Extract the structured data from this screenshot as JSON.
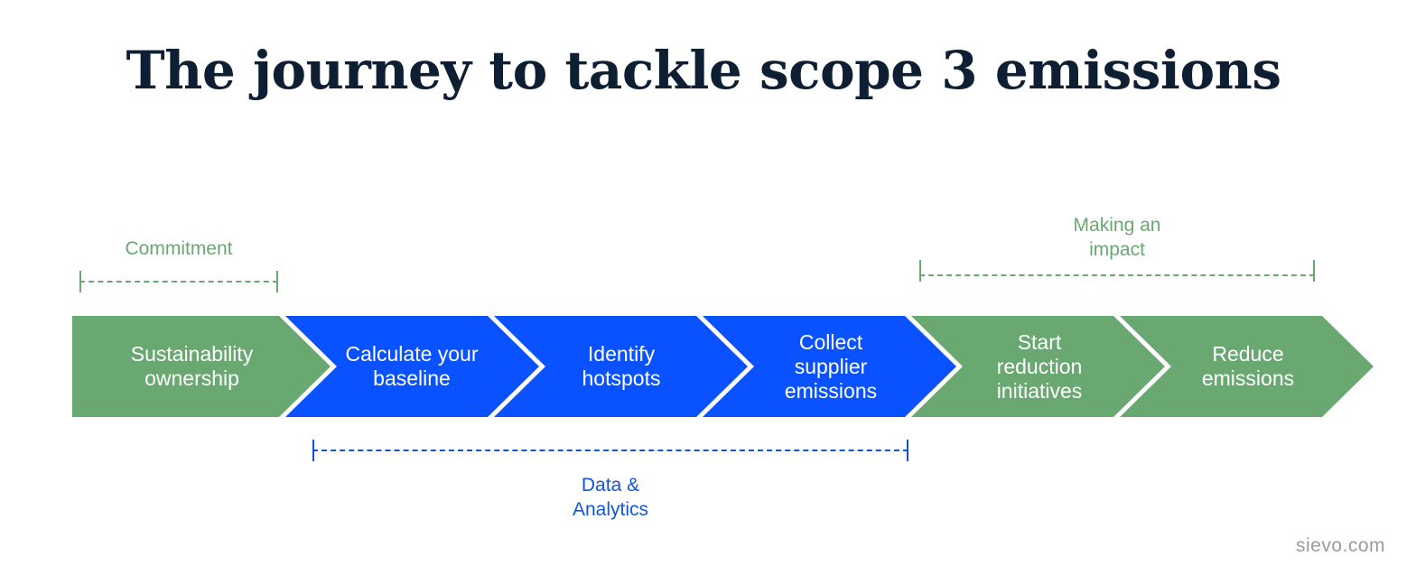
{
  "title": "The journey to tackle scope 3 emissions",
  "colors": {
    "green": "#6aa872",
    "blue": "#0a52ff",
    "title": "#0e1e33",
    "footer": "#9a9a9a"
  },
  "brackets": {
    "commitment": "Commitment",
    "making_an_impact": "Making an impact",
    "data_analytics": "Data & Analytics"
  },
  "steps": [
    {
      "label": "Sustainability ownership",
      "color": "green"
    },
    {
      "label": "Calculate your baseline",
      "color": "blue"
    },
    {
      "label": "Identify hotspots",
      "color": "blue"
    },
    {
      "label": "Collect supplier emissions",
      "color": "blue"
    },
    {
      "label": "Start reduction initiatives",
      "color": "green"
    },
    {
      "label": "Reduce emissions",
      "color": "green"
    }
  ],
  "footer": "sievo.com"
}
